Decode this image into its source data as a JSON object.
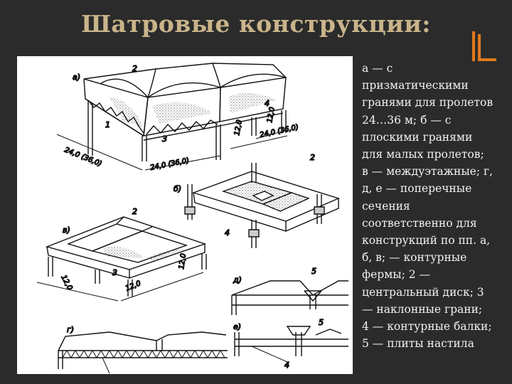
{
  "slide": {
    "title": "Шатровые конструкции:",
    "accent_color": "#e07a1c",
    "description": "а — с\nпризматическими\nгранями для пролетов\n24…36 м; б — с\nплоскими гранями\nдля малых пролетов;\nв — междуэтажные; г,\nд, е — поперечные\nсечения\nсоответственно для\nконструкций по пп. а,\nб, в; — контурные\nфермы; 2 —\nцентральный диск; 3\n— наклонные грани;\n4 — контурные балки;\n5 — плиты настила"
  },
  "drawing": {
    "labels": {
      "a": "а)",
      "b": "б)",
      "v": "в)",
      "g": "г)",
      "d": "д)",
      "e": "е)",
      "n1": "1",
      "n2": "2",
      "n3": "3",
      "n4": "4",
      "n5": "5"
    },
    "dimensions": {
      "a_left": "24,0 (36,0)",
      "a_bottom": "24,0 (36,0)",
      "a_right_top": "12,0",
      "a_right_mid": "12,0",
      "a_right_low": "24,0 (36,0)",
      "v_left": "12,0",
      "v_bottom": "12,0",
      "v_right": "12,0"
    }
  }
}
